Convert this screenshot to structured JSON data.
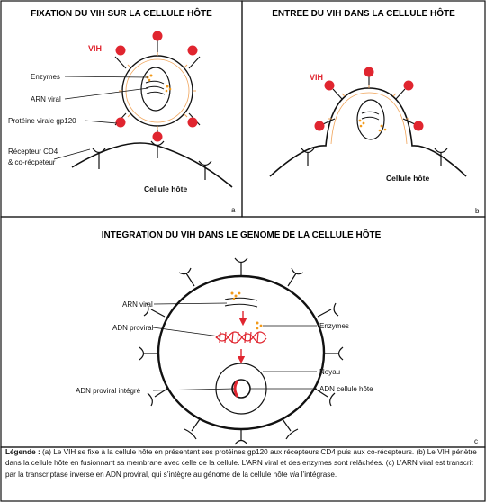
{
  "colors": {
    "virus_red": "#e0252f",
    "enzyme_orange": "#f29a1a",
    "receptor_orange": "#f0a45a",
    "dna_red": "#e0252f",
    "outline": "#111111"
  },
  "panel_a": {
    "title": "FIXATION DU VIH SUR LA CELLULE HÔTE",
    "virus_label": "VIH",
    "labels": {
      "enzymes": "Enzymes",
      "arn_viral": "ARN viral",
      "gp120": "Protéine virale gp120",
      "cd4_line1": "Récepteur CD4",
      "cd4_line2": "& co-récpeteur"
    },
    "host_cell": "Cellule hôte",
    "letter": "a"
  },
  "panel_b": {
    "title": "ENTREE DU VIH DANS LA CELLULE HÔTE",
    "virus_label": "VIH",
    "host_cell": "Cellule hôte",
    "letter": "b"
  },
  "panel_c": {
    "title": "INTEGRATION DU VIH DANS LE GENOME DE LA CELLULE HÔTE",
    "labels": {
      "arn_viral": "ARN viral",
      "adn_proviral": "ADN proviral",
      "enzymes": "Enzymes",
      "noyau": "Noyau",
      "adn_integre": "ADN proviral intégré",
      "adn_hote": "ADN cellule hôte"
    },
    "letter": "c"
  },
  "legend": {
    "heading": "Légende :",
    "text_1": " (a) Le VIH se fixe à la cellule hôte en présentant ses protéines gp120 aux récepteurs CD4 puis aux co-récepteurs. (b) Le VIH pénètre dans la cellule hôte en fusionnant sa membrane avec celle de la cellule. L’ARN viral et des enzymes sont relâchées. (c) L’ARN viral est transcrit par la transcriptase inverse en ADN proviral, qui s’intègre  au génome de la cellule hôte ",
    "via": "via",
    "text_2": " l’intégrase."
  }
}
